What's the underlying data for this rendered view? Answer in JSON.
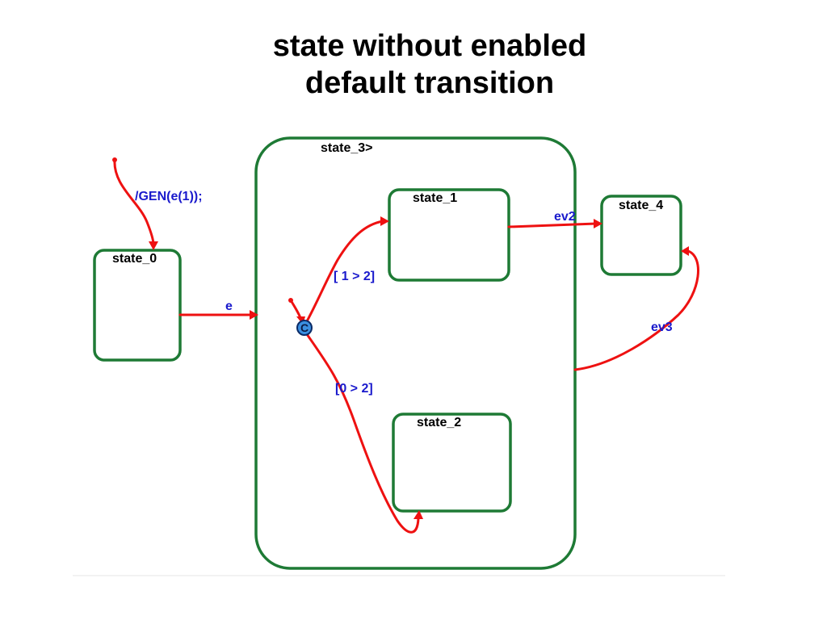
{
  "title": {
    "line1": "state without enabled",
    "line2": "default transition"
  },
  "states": {
    "state_0": "state_0",
    "state_1": "state_1",
    "state_2": "state_2",
    "state_3": "state_3>",
    "state_4": "state_4"
  },
  "transitions": {
    "init_action": "/GEN(e(1));",
    "e": "e",
    "ev2": "ev2",
    "ev3": "ev3",
    "guard_1": "[ 1 > 2]",
    "guard_0": "[0 > 2]"
  },
  "condition_connector": {
    "letter": "C",
    "color": "#3b8fe0"
  },
  "colors": {
    "state_border": "#1e7a35",
    "transition": "#ee1111",
    "label": "#1a1acc"
  }
}
